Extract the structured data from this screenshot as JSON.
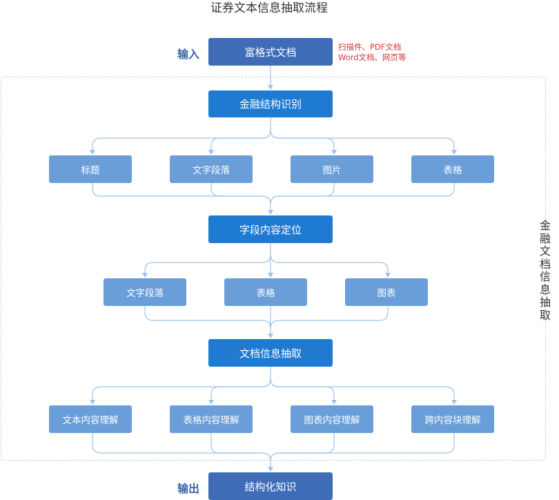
{
  "title": "证券文本信息抽取流程",
  "input_label": "输入",
  "output_label": "输出",
  "input_node": "富格式文档",
  "input_note": [
    "扫描件、PDF文档",
    "Word文档、网页等"
  ],
  "frame_label": [
    "金",
    "融",
    "文",
    "档",
    "信",
    "息",
    "抽",
    "取"
  ],
  "stage1": {
    "node": "金融结构识别",
    "children": [
      "标题",
      "文字段落",
      "图片",
      "表格"
    ]
  },
  "stage2": {
    "node": "字段内容定位",
    "children": [
      "文字段落",
      "表格",
      "图表"
    ]
  },
  "stage3": {
    "node": "文档信息抽取",
    "children": [
      "文本内容理解",
      "表格内容理解",
      "图表内容理解",
      "跨内容块理解"
    ]
  },
  "output_node": "结构化知识",
  "colors": {
    "io_box": "#3e6cb6",
    "main_box": "#1f7ad1",
    "sub_box": "#6a9ed9",
    "connector": "#9cc4ea",
    "side_label": "#3c66ad",
    "note": "#d4373b"
  }
}
